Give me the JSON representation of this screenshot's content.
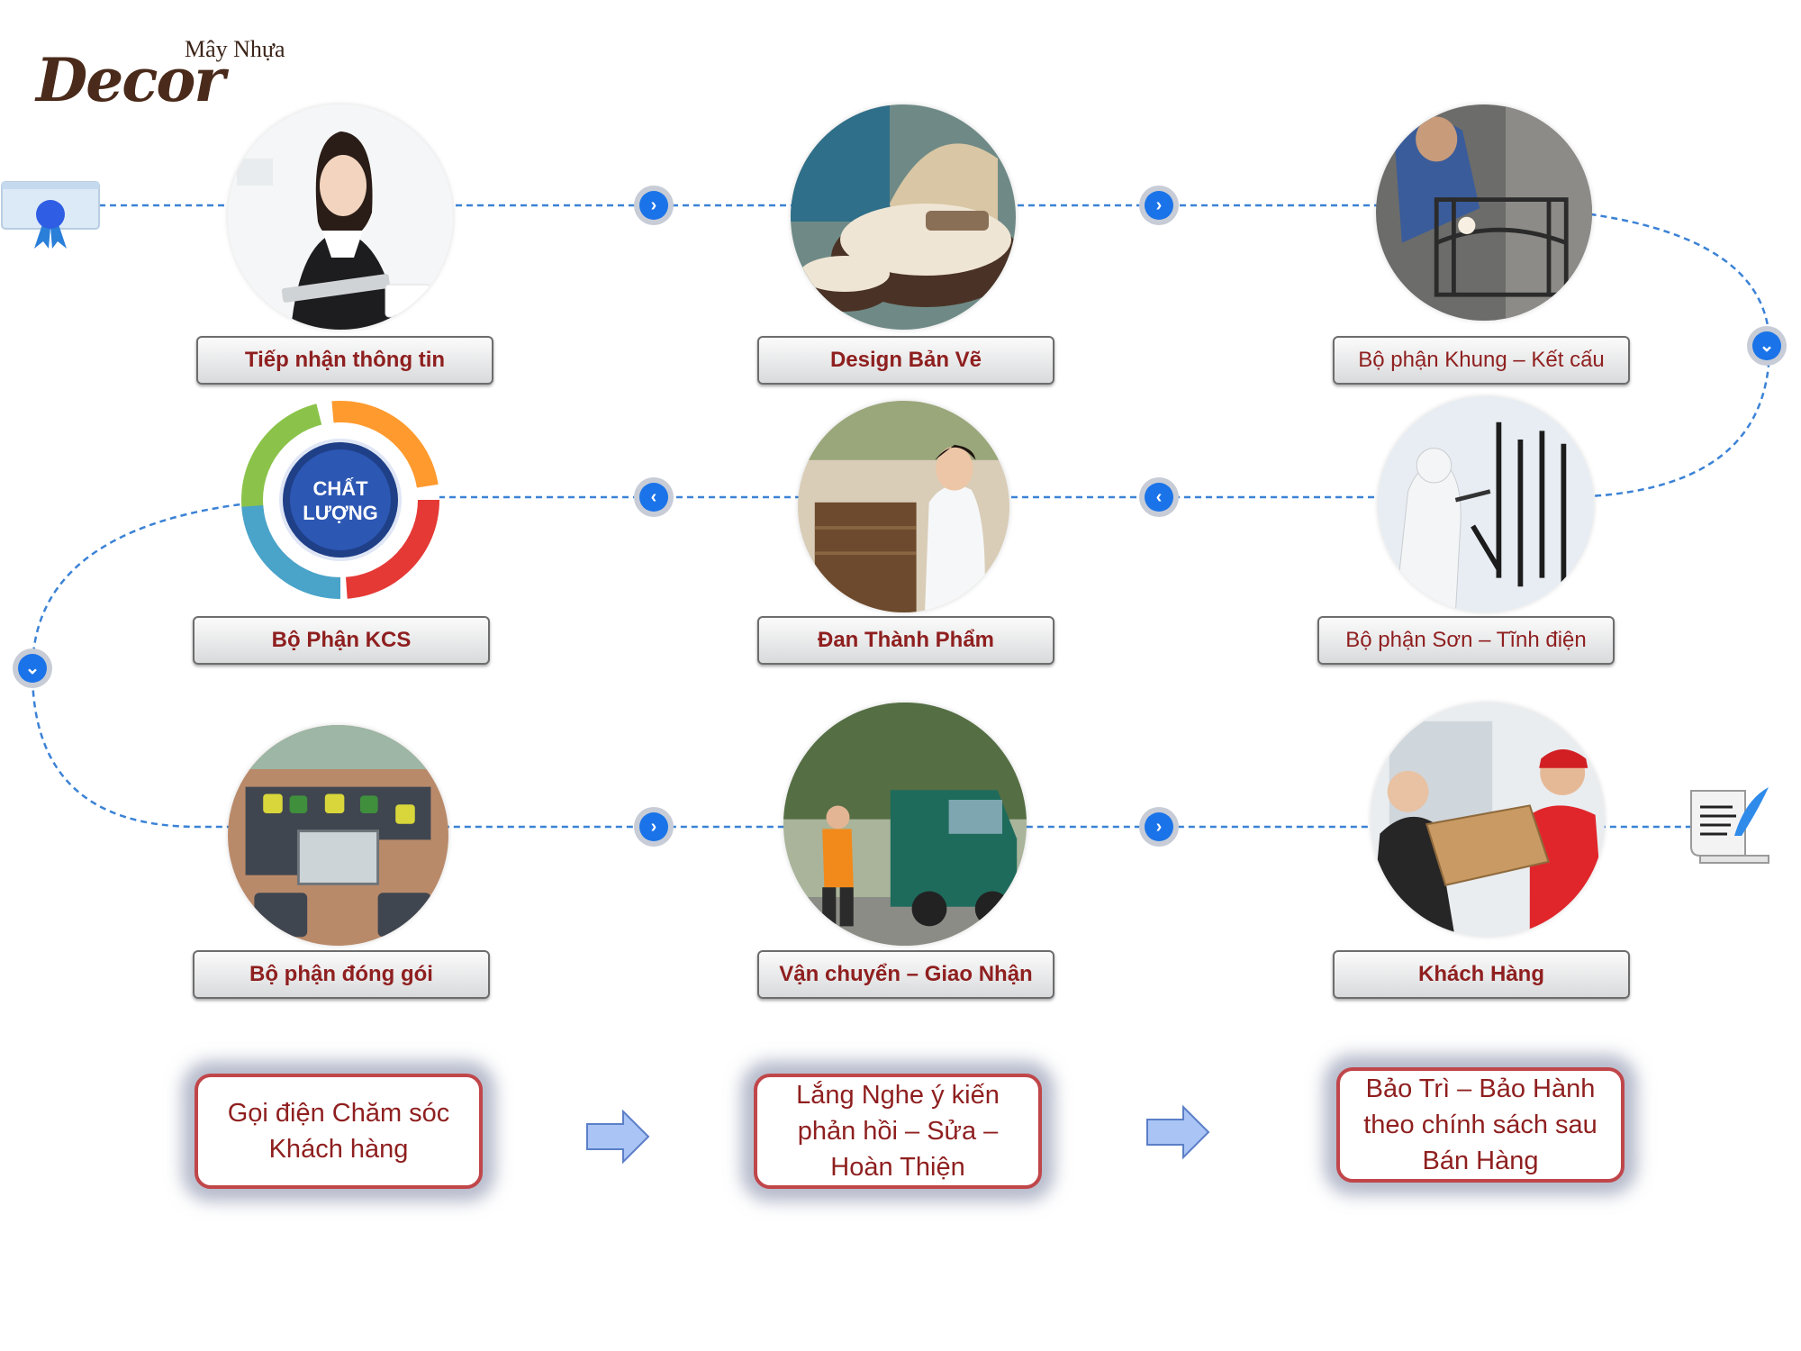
{
  "brand": {
    "top": "Mây Nhựa",
    "script": "Decor"
  },
  "steps": [
    {
      "label": "Tiếp nhận thông tin",
      "icon": "receptionist-photo"
    },
    {
      "label": "Design Bản Vẽ",
      "icon": "wicker-daybed-photo"
    },
    {
      "label": "Bộ phận Khung – Kết cấu",
      "icon": "welding-photo"
    },
    {
      "label": "Bộ phận Sơn – Tĩnh điện",
      "icon": "spray-paint-photo"
    },
    {
      "label": "Đan Thành Phẩm",
      "icon": "weaving-photo"
    },
    {
      "label": "Bộ Phận KCS",
      "icon": "quality-cycle-graphic"
    },
    {
      "label": "Bộ phận đóng gói",
      "icon": "sofa-set-photo"
    },
    {
      "label": "Vận chuyển – Giao Nhận",
      "icon": "delivery-truck-photo"
    },
    {
      "label": "Khách Hàng",
      "icon": "package-handover-photo"
    }
  ],
  "quality_graphic": {
    "line1": "CHẤT",
    "line2": "LƯỢNG"
  },
  "after_sales": [
    {
      "text": "Gọi điện Chăm sóc Khách hàng"
    },
    {
      "text": "Lắng Nghe ý kiến phản hồi – Sửa – Hoàn Thiện"
    },
    {
      "text": "Bảo Trì – Bảo Hành theo chính sách sau Bán Hàng"
    }
  ],
  "colors": {
    "label_text": "#8f1f1f",
    "flow_line": "#3b82d6",
    "arrow_btn": "#1a73e8",
    "care_border": "#c0464a",
    "block_arrow": "#a9c4f5"
  }
}
